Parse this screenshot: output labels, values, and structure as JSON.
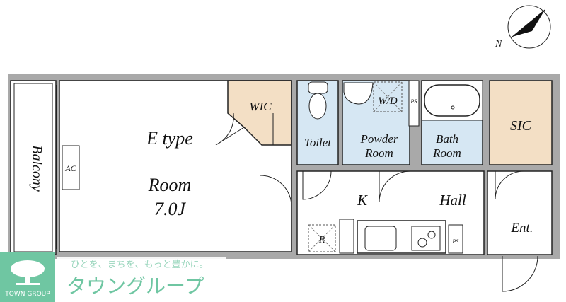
{
  "plan": {
    "type_label": "E type",
    "rooms": {
      "balcony": "Balcony",
      "ac": "AC",
      "room": "Room",
      "room_size": "7.0J",
      "wic": "WIC",
      "toilet": "Toilet",
      "powder_line1": "Powder",
      "powder_line2": "Room",
      "wd": "W/D",
      "ps_bath": "PS",
      "bath_line1": "Bath",
      "bath_line2": "Room",
      "sic": "SIC",
      "kitchen": "K",
      "hall": "Hall",
      "entrance": "Ent.",
      "refrigerator": "R",
      "ps_kitchen": "PS"
    },
    "compass_label": "N",
    "colors": {
      "wet_area": "#d6e7f3",
      "storage": "#f3dfc5",
      "wall": "#a9a9a9"
    }
  },
  "logo": {
    "emblem_text": "TOWN GROUP",
    "tagline": "ひとを、まちを、もっと豊かに。",
    "name": "タウングループ",
    "color": "#6fc6a2"
  }
}
